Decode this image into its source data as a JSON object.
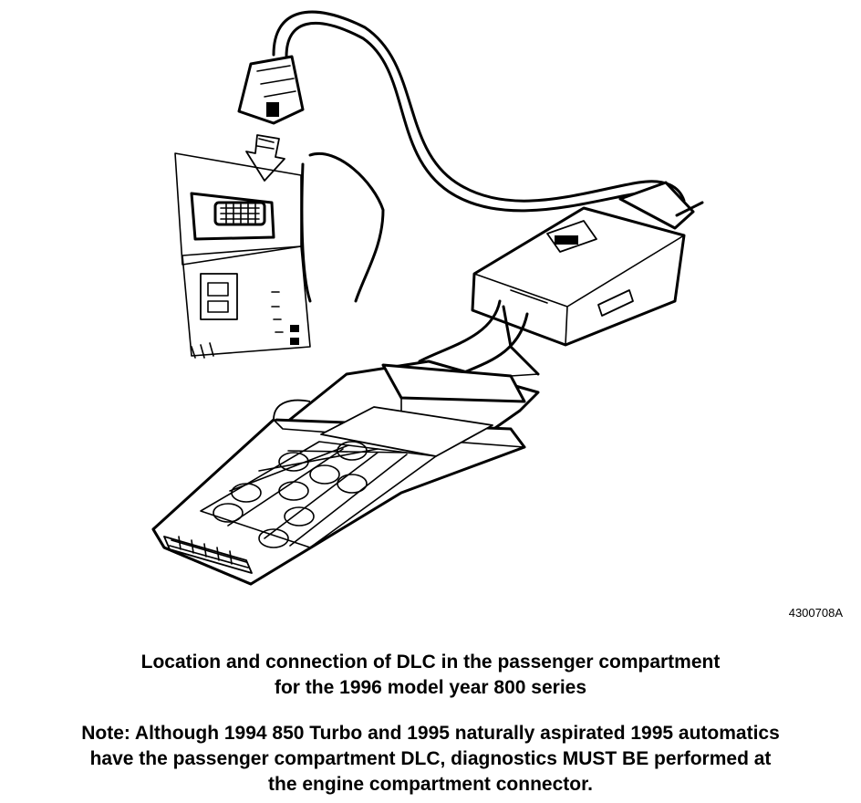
{
  "figure": {
    "id": "4300708A"
  },
  "caption": {
    "line1": "Location and connection of DLC in the passenger compartment",
    "line2": "for the 1996 model year 800 series"
  },
  "note": {
    "line1": "Note: Although 1994 850 Turbo and 1995 naturally aspirated 1995 automatics",
    "line2": "have the passenger compartment DLC, diagnostics MUST BE performed at",
    "line3": "the engine compartment connector."
  }
}
